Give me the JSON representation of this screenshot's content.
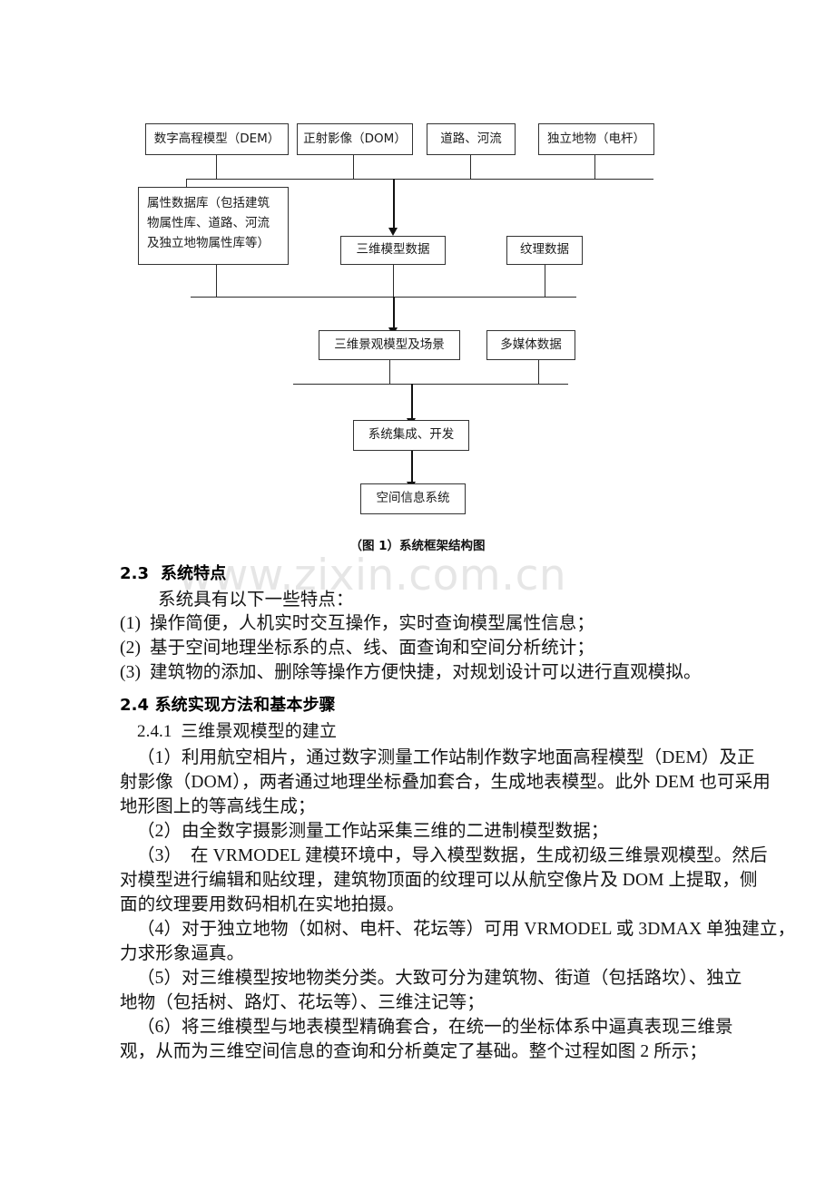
{
  "document": {
    "watermark": "www.zixin.com.cn",
    "figure_caption": "（图 1）系统框架结构图"
  },
  "diagram": {
    "name": "系统框架结构图",
    "boxes": {
      "dem": "数字高程模型（DEM）",
      "dom": "正射影像（DOM）",
      "road_river": "道路、河流",
      "independent_feature": "独立地物（电杆）",
      "attribute_db_line1": "属性数据库（包括建筑",
      "attribute_db_line2": "物属性库、道路、河流",
      "attribute_db_line3": "及独立地物属性库等）",
      "model_data": "三维模型数据",
      "texture_data": "纹理数据",
      "scene_model": "三维景观模型及场景",
      "multimedia_data": "多媒体数据",
      "system_integration": "系统集成、开发",
      "spatial_info_system": "空间信息系统"
    }
  },
  "sections": {
    "s23": {
      "number": "2.3",
      "title": "系统特点",
      "intro": "系统具有以下一些特点：",
      "items": [
        {
          "marker": "(1)",
          "text": "操作简便，人机实时交互操作，实时查询模型属性信息；"
        },
        {
          "marker": "(2)",
          "text": "基于空间地理坐标系的点、线、面查询和空间分析统计；"
        },
        {
          "marker": "(3)",
          "text": "建筑物的添加、删除等操作方便快捷，对规划设计可以进行直观模拟。"
        }
      ]
    },
    "s24": {
      "number": "2.4",
      "title": "系统实现方法和基本步骤",
      "sub241": "2.4.1  三维景观模型的建立",
      "paragraphs": [
        "（1）利用航空相片，通过数字测量工作站制作数字地面高程模型（DEM）及正",
        "射影像（DOM），两者通过地理坐标叠加套合，生成地表模型。此外 DEM 也可采用",
        "地形图上的等高线生成；",
        "（2）由全数字摄影测量工作站采集三维的二进制模型数据；",
        "（3）  在 VRMODEL 建模环境中，导入模型数据，生成初级三维景观模型。然后",
        "对模型进行编辑和贴纹理，建筑物顶面的纹理可以从航空像片及 DOM 上提取，侧",
        "面的纹理要用数码相机在实地拍摄。",
        "（4）对于独立地物（如树、电杆、花坛等）可用 VRMODEL 或 3DMAX 单独建立，",
        "力求形象逼真。",
        "（5）对三维模型按地物类分类。大致可分为建筑物、街道（包括路坎）、独立",
        "地物（包括树、路灯、花坛等）、三维注记等；",
        "（6）将三维模型与地表模型精确套合，在统一的坐标体系中逼真表现三维景",
        "观，从而为三维空间信息的查询和分析奠定了基础。整个过程如图 2 所示；"
      ]
    }
  }
}
